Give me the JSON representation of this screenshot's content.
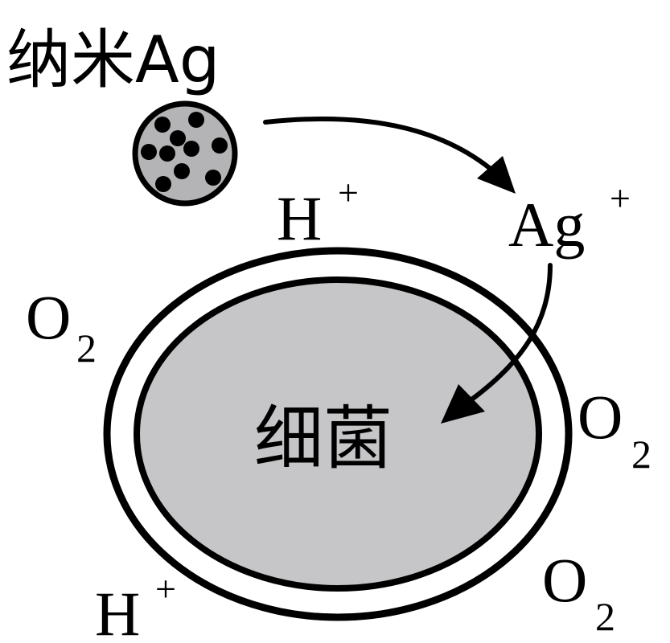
{
  "labels": {
    "nano_ag": "纳米Ag",
    "bacteria": "细菌",
    "h_top": "H",
    "h_top_sup": "+",
    "h_bottom": "H",
    "h_bottom_sup": "+",
    "ag_ion": "Ag",
    "ag_ion_sup": "+",
    "o2_left": "O",
    "o2_left_sub": "2",
    "o2_right": "O",
    "o2_right_sub": "2",
    "o2_bottom": "O",
    "o2_bottom_sub": "2"
  },
  "colors": {
    "bacteria_fill": "#c6c6c8",
    "particle_fill": "#b4b4b6",
    "stroke": "#000000",
    "membrane_gap": "#ffffff"
  }
}
